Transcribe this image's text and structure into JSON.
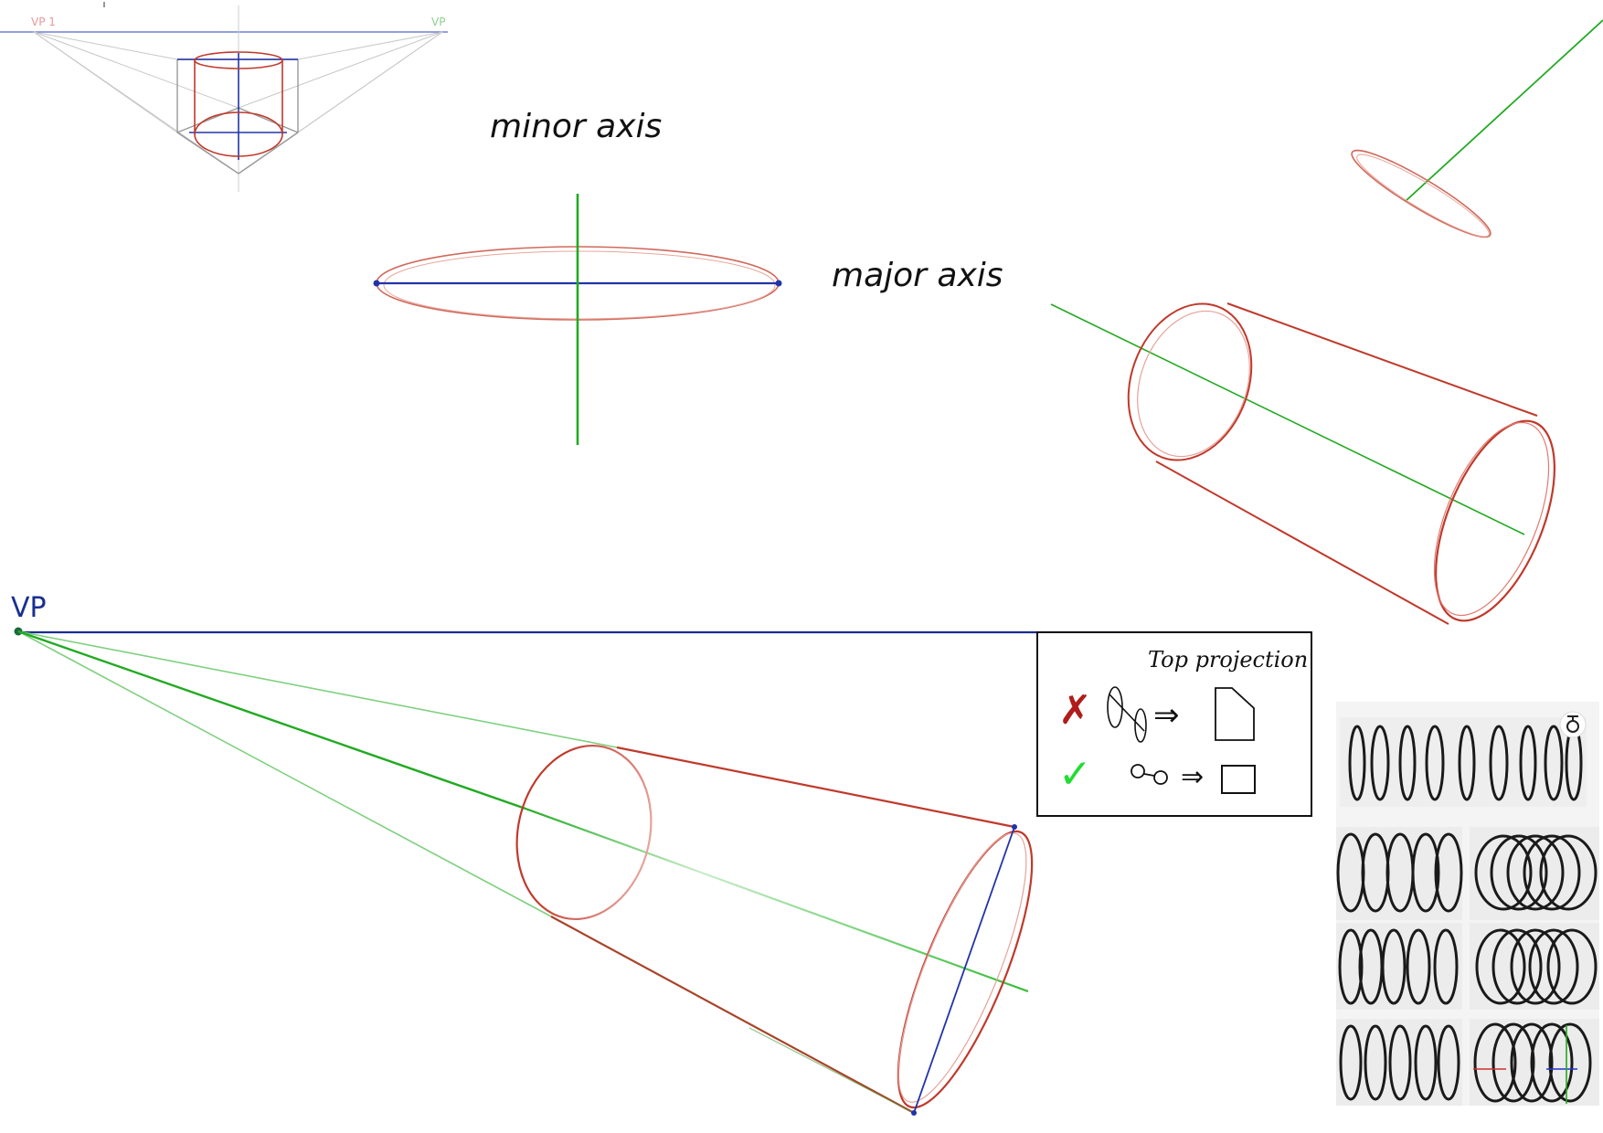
{
  "labels": {
    "minor_axis": "minor axis",
    "major_axis": "major axis",
    "vp_left_small": "VP 1",
    "vp_right_small": "VP",
    "vp_main": "VP"
  },
  "top_projection_box": {
    "title": "Top projection",
    "wrong_mark": "✗",
    "right_mark": "✓",
    "arrow": "⇒"
  },
  "photo_panel": {
    "corner_icon": "rotate-icon"
  },
  "colors": {
    "ellipse_red": "#c0392b",
    "axis_blue": "#2233aa",
    "axis_green": "#22aa22",
    "light_green": "#7fd07f",
    "construction_gray": "#b8b8b8",
    "vp_blue": "#1a2f8f",
    "wrong_red": "#b01c1c",
    "right_green": "#22dd33"
  }
}
